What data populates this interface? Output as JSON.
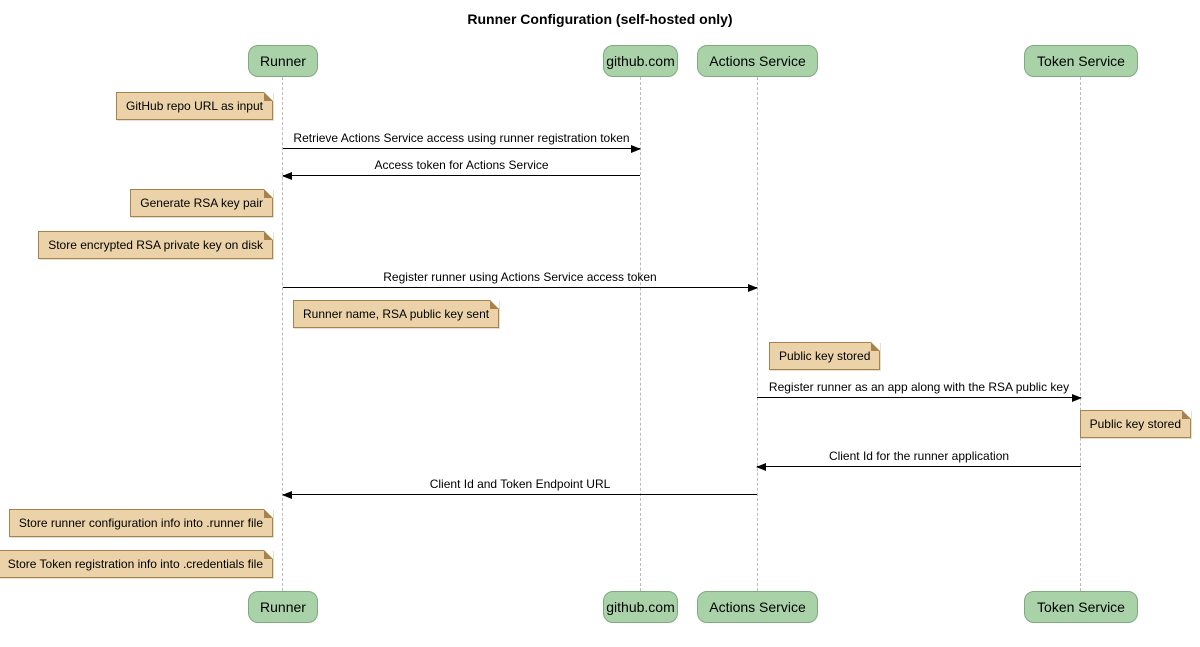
{
  "title": "Runner Configuration (self-hosted only)",
  "colors": {
    "participant_fill": "#A9D2A9",
    "participant_border": "#7FA97F",
    "note_fill": "#EBD2A9",
    "note_border": "#A8824C",
    "lifeline": "#BBBBBB",
    "arrow": "#000000",
    "bg": "#FFFFFF"
  },
  "participants": [
    {
      "label": "Runner"
    },
    {
      "label": "github.com"
    },
    {
      "label": "Actions Service"
    },
    {
      "label": "Token Service"
    }
  ],
  "notes": [
    {
      "text": "GitHub repo URL as input",
      "anchor": "Runner"
    },
    {
      "text": "Generate RSA key pair",
      "anchor": "Runner"
    },
    {
      "text": "Store encrypted RSA private key on disk",
      "anchor": "Runner"
    },
    {
      "text": "Runner name, RSA public key sent",
      "anchor": "Runner"
    },
    {
      "text": "Public key stored",
      "anchor": "Actions Service"
    },
    {
      "text": "Public key stored",
      "anchor": "Token Service"
    },
    {
      "text": "Store runner configuration info into .runner file",
      "anchor": "Runner"
    },
    {
      "text": "Store Token registration info into .credentials file",
      "anchor": "Runner"
    }
  ],
  "messages": [
    {
      "from": "Runner",
      "to": "github.com",
      "text": "Retrieve Actions Service access using runner registration token"
    },
    {
      "from": "github.com",
      "to": "Runner",
      "text": "Access token for Actions Service"
    },
    {
      "from": "Runner",
      "to": "Actions Service",
      "text": "Register runner using Actions Service access token"
    },
    {
      "from": "Actions Service",
      "to": "Token Service",
      "text": "Register runner as an app along with the RSA public key"
    },
    {
      "from": "Token Service",
      "to": "Actions Service",
      "text": "Client Id for the runner application"
    },
    {
      "from": "Actions Service",
      "to": "Runner",
      "text": "Client Id and Token Endpoint URL"
    }
  ]
}
